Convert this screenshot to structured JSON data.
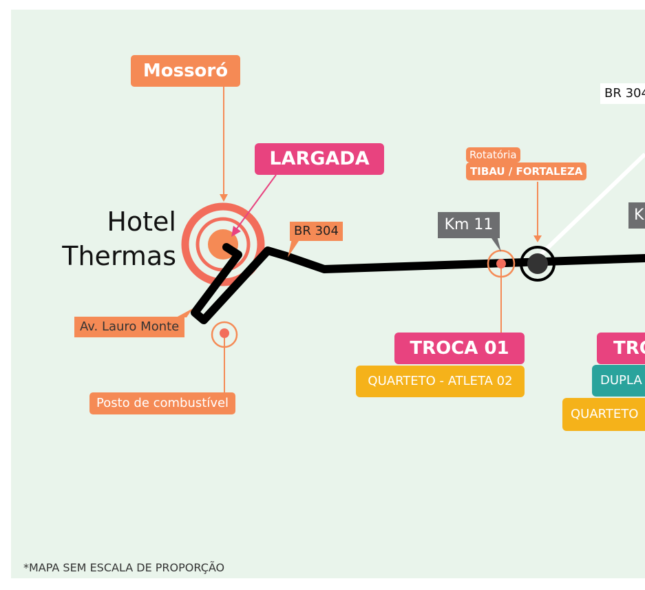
{
  "places": {
    "city": "Mossoró",
    "start": "LARGADA",
    "hotel_line1": "Hotel",
    "hotel_line2": "Thermas",
    "road_br304_left": "BR 304",
    "road_br304_right": "BR 304",
    "avenue": "Av. Lauro Monte",
    "gas_station": "Posto de combustível",
    "roundabout_title": "Rotatória",
    "roundabout_name": "TIBAU / FORTALEZA",
    "km_marker": "Km 11",
    "km_marker_partial": "K"
  },
  "exchanges": [
    {
      "title": "TROCA 01",
      "tags": [
        "QUARTETO - ATLETA 02"
      ]
    },
    {
      "title": "TRO",
      "tags": [
        "DUPLA",
        "QUARTETO"
      ]
    }
  ],
  "footnote": "*MAPA SEM ESCALA DE PROPORÇÃO",
  "colors": {
    "background": "#e9f4eb",
    "orange": "#f58a55",
    "pink": "#e8437f",
    "yellow": "#f5b21a",
    "teal": "#2aa39c",
    "gray": "#6d6e70"
  }
}
